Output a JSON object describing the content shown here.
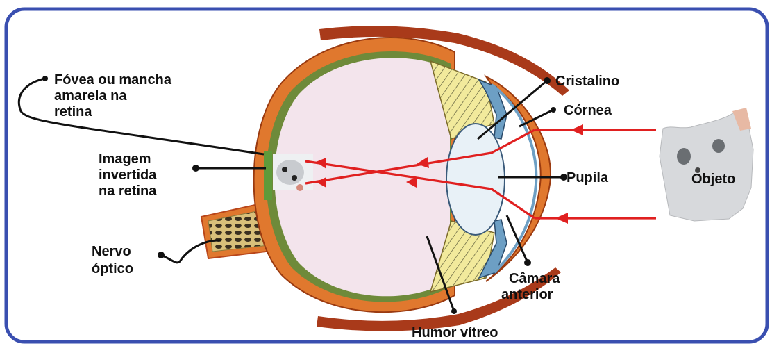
{
  "labels": {
    "fovea_line1": "Fóvea ou mancha",
    "fovea_line2": "amarela na",
    "fovea_line3": "retina",
    "imagem_line1": "Imagem",
    "imagem_line2": "invertida",
    "imagem_line3": "na retina",
    "nervo_line1": "Nervo",
    "nervo_line2": "óptico",
    "cristalino": "Cristalino",
    "cornea": "Córnea",
    "pupila": "Pupila",
    "camara_line1": "Câmara",
    "camara_line2": "anterior",
    "humor": "Humor vítreo",
    "objeto": "Objeto"
  },
  "colors": {
    "frame": "#3a4fb0",
    "sclera": "#e0782e",
    "sclera_dark": "#b9461a",
    "vitreous": "#f3e4ec",
    "lens": "#e8f1f7",
    "ray": "#e02020",
    "retina_spot": "#5f9a3a",
    "ciliary": "#f2ea9c",
    "cornea": "#6d9fc4"
  }
}
